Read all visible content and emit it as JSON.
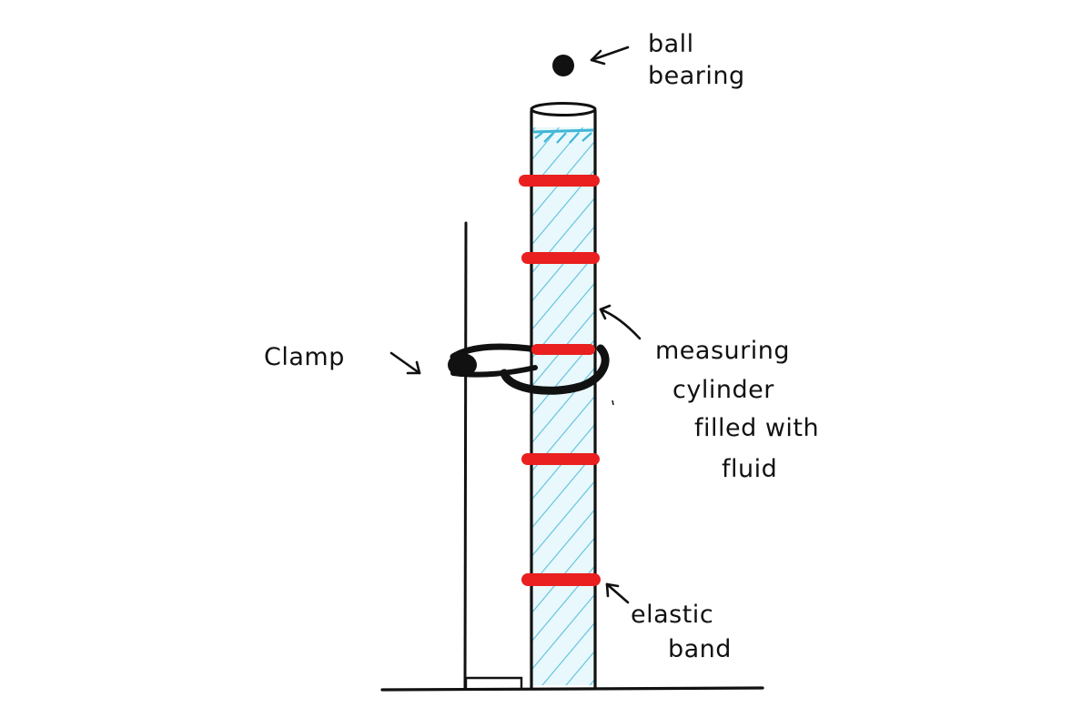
{
  "labels": {
    "ball_bearing": [
      "ball",
      "bearing"
    ],
    "clamp": "Clamp",
    "measuring_cylinder": [
      "measuring",
      "cylinder",
      "filled with",
      "fluid"
    ],
    "elastic_band": [
      "elastic",
      "band"
    ]
  },
  "colors": {
    "ink": "#111111",
    "fluid_hatch": "#3fb6d6",
    "elastic_band": "#ea1f1f",
    "clamp": "#111111",
    "background": "#ffffff"
  },
  "parts": {
    "elastic_band_count": 5,
    "components": [
      "ball-bearing",
      "measuring-cylinder",
      "retort-stand",
      "clamp",
      "elastic-band"
    ]
  }
}
